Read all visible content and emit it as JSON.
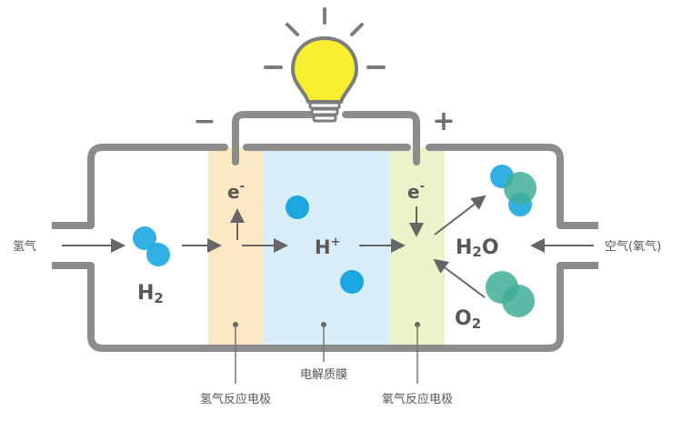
{
  "diagram": {
    "labels": {
      "hydrogen_inlet": "氢气",
      "air_inlet": "空气(氧气)",
      "anode": "氢气反应电极",
      "membrane": "电解质膜",
      "cathode": "氧气反应电极"
    },
    "terminals": {
      "negative": "−",
      "positive": "+"
    },
    "species": {
      "electron": "e",
      "electron_charge": "-",
      "proton": "H",
      "proton_charge": "+",
      "hydrogen": "H",
      "hydrogen_sub": "2",
      "water_h": "H",
      "water_sub": "2",
      "water_o": "O",
      "oxygen": "O",
      "oxygen_sub": "2"
    },
    "colors": {
      "frame": "#8c8c8c",
      "anode": "#fbe8c5",
      "membrane": "#d8edf7",
      "cathode": "#eef2c9",
      "hydrogen_atom": "#1ca7e0",
      "oxygen_atom": "#3fae98",
      "bulb": "#f9ee2f",
      "text": "#595757"
    }
  }
}
